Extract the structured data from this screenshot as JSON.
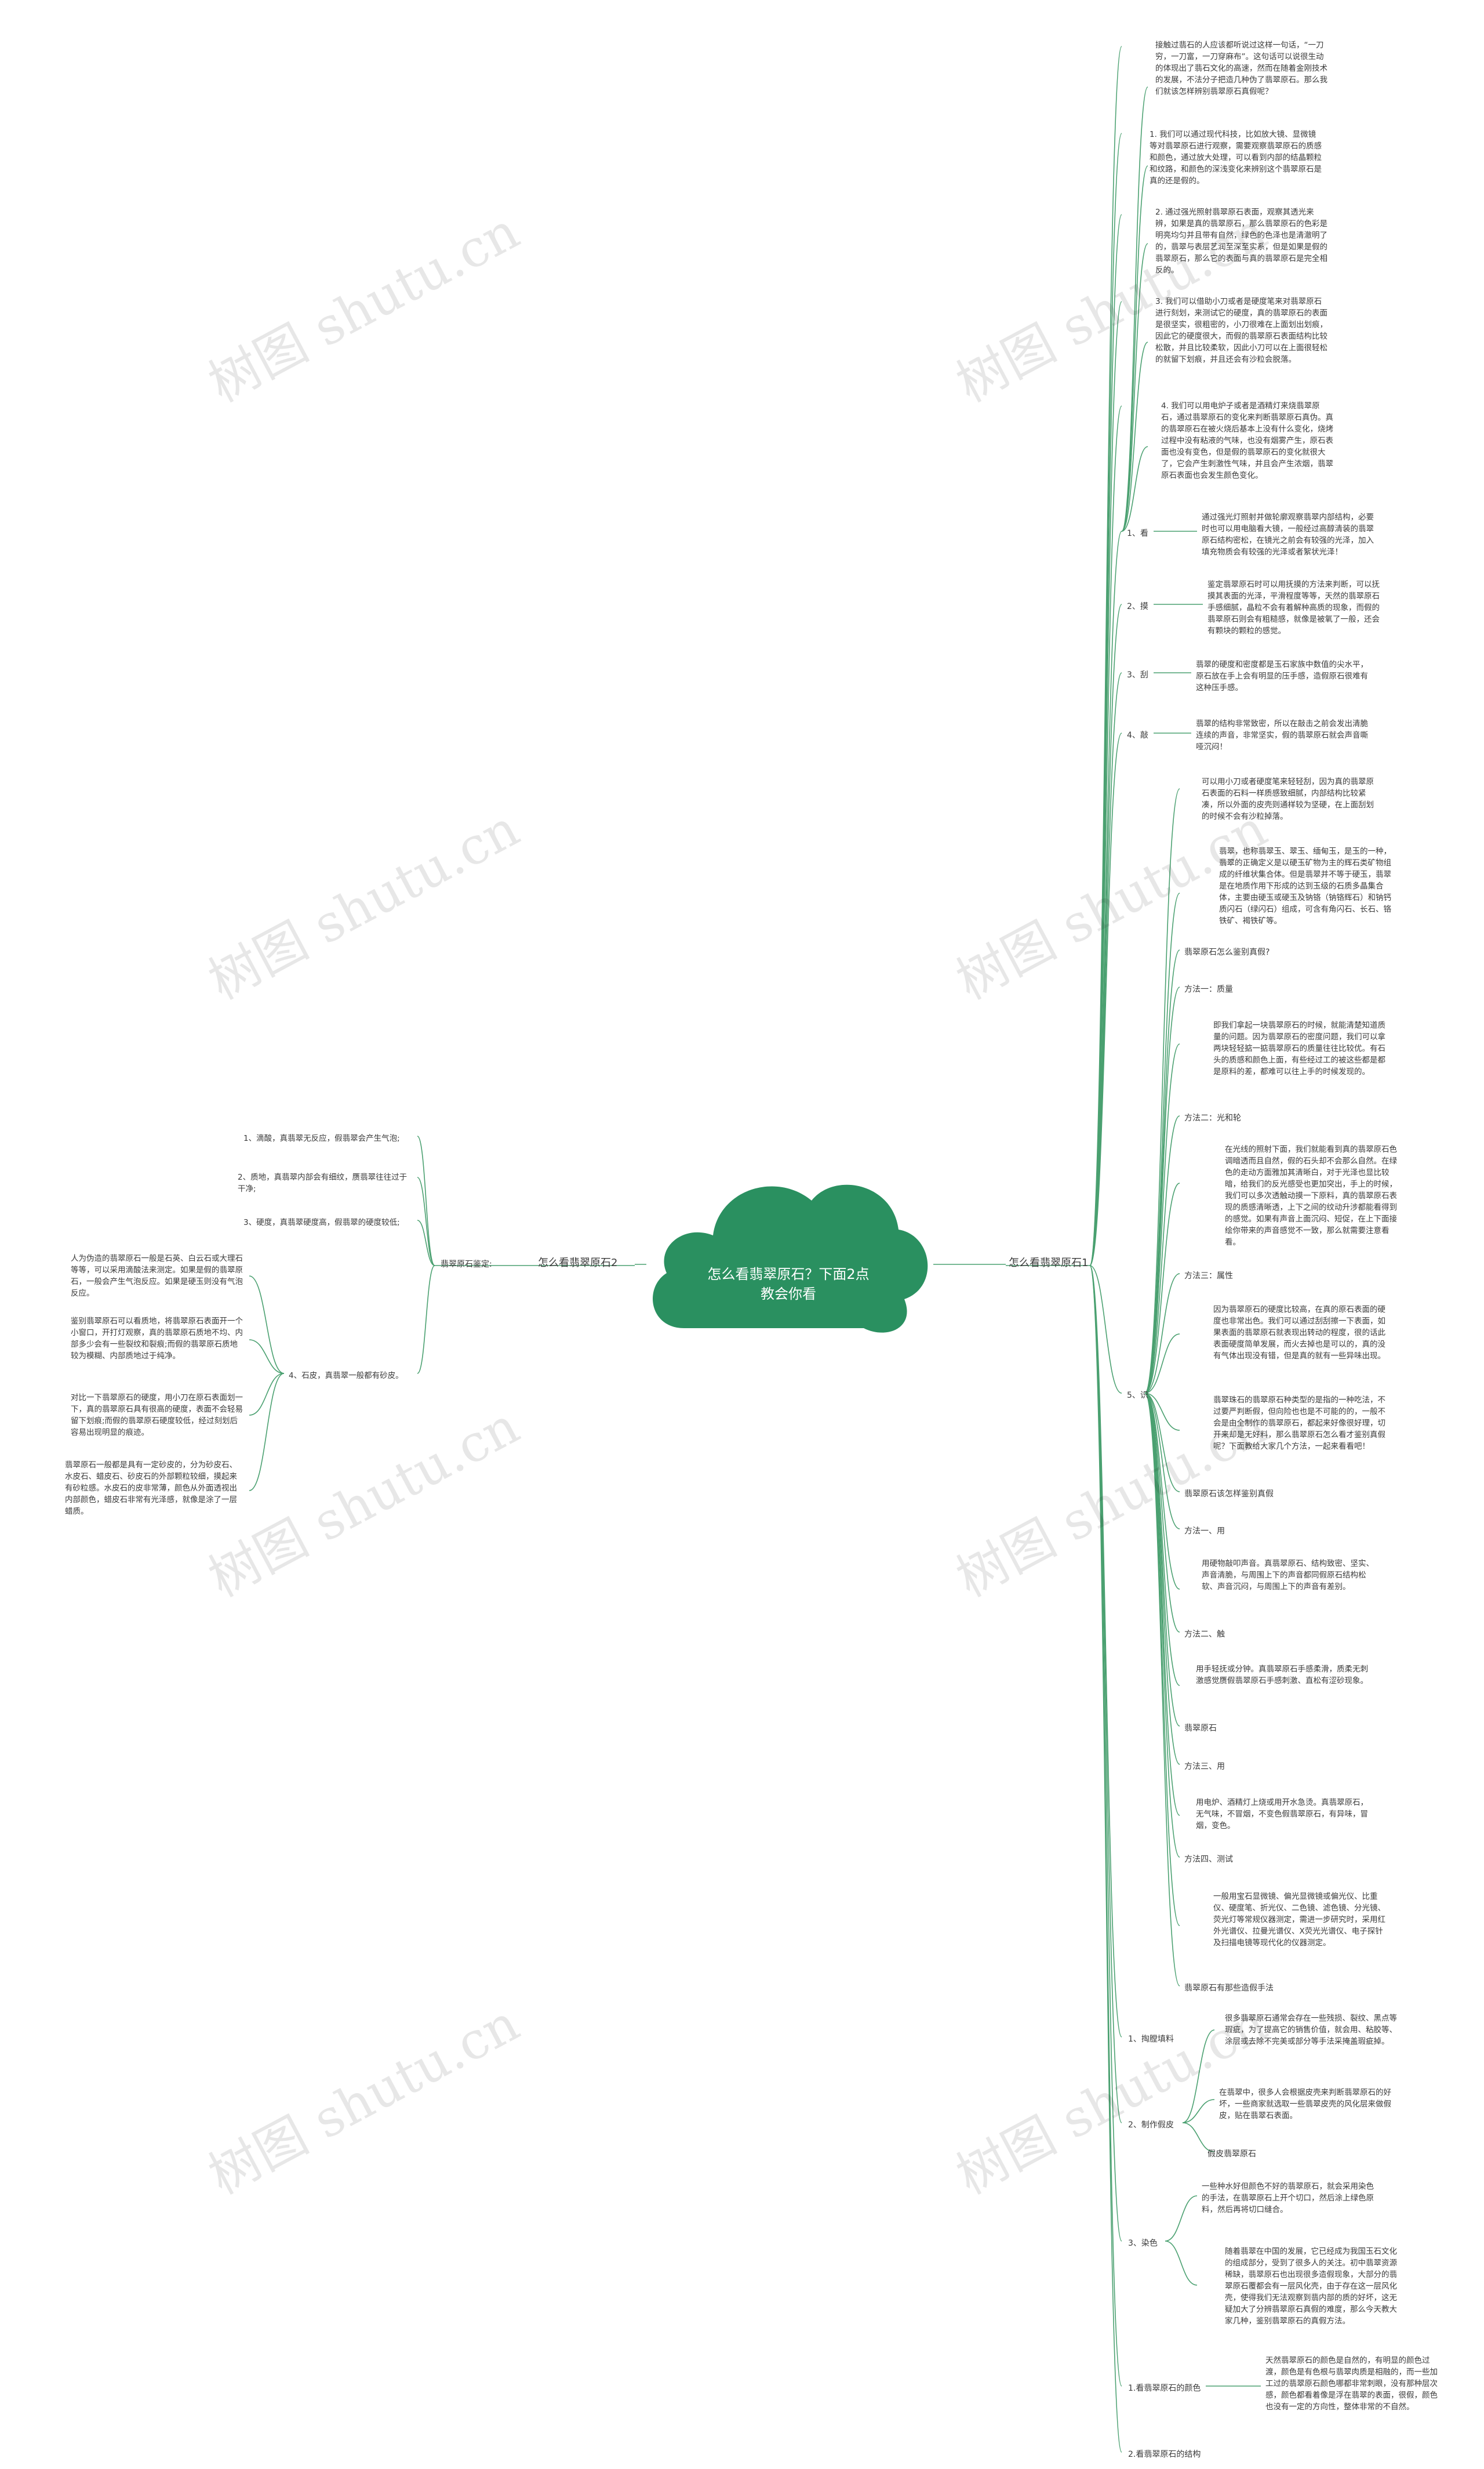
{
  "root": "怎么看翡翠原石？下面2点教会你看",
  "branch1": {
    "label": "怎么看翡翠原石1",
    "intro": "接触过翡石的人应该都听说过这样一句话，“一刀穷，一刀富，一刀穿麻布”。这句话可以说很生动的体现出了翡石文化的高速，然而在随着金刚技术的发展，不法分子把造几种伪了翡翠原石。那么我们就该怎样辨别翡翠原石真假呢？",
    "kan_points": [
      "1. 我们可以通过现代科技，比如放大镜、显微镜等对翡翠原石进行观察，需要观察翡翠原石的质感和颜色，通过放大处理，可以看到内部的结晶颗粒和纹路，和颜色的深浅变化来辨别这个翡翠原石是真的还是假的。",
      "2. 通过强光照射翡翠原石表面，观察其透光来辨，如果是真的翡翠原石，那么翡翠原石的色彩是明亮均匀并且带有自然，绿色的色泽也是清澈明了的，翡翠与表层艺润至深至实系，但是如果是假的翡翠原石，那么它的表面与真的翡翠原石是完全相反的。",
      "3. 我们可以借助小刀或者是硬度笔来对翡翠原石进行刻划，来测试它的硬度，真的翡翠原石的表面是很坚实，很粗密的，小刀很难在上面划出划痕，因此它的硬度很大，而假的翡翠原石表面结构比较松散，并且比较柔软，因此小刀可以在上面很轻松的就留下划痕，并且还会有沙粒会脱落。",
      "4. 我们可以用电炉子或者是酒精灯来烧翡翠原石，通过翡翠原石的变化来判断翡翠原石真伪。真的翡翠原石在被火烧后基本上没有什么变化，烧烤过程中没有粘液的气味，也没有烟雾产生，原石表面也没有变色，但是假的翡翠原石的变化就很大了，它会产生刺激性气味，并且会产生浓烟，翡翠原石表面也会发生颜色变化。"
    ],
    "kan_label": "1、看",
    "kan_note": "通过强光灯照射并做轮廓观察翡翠内部结构，必要时也可以用电脑看大镜，一般经过高醇清装的翡翠原石结构密松，在镜光之前会有较强的光泽，加入填充物质会有较强的光泽或者絮状光泽！",
    "mo_label": "2、摸",
    "mo_note": "鉴定翡翠原石时可以用抚摸的方法来判断，可以抚摸其表面的光泽，平滑程度等等，天然的翡翠原石手感细腻，晶粒不会有着解种高质的现象，而假的翡翠原石则会有粗糙感，就像是被氧了一般，还会有颗块的颗粒的感觉。",
    "gua_label": "3、刮",
    "gua_note": "翡翠的硬度和密度都是玉石家族中数值的尖水平，原石放在手上会有明显的压手感，造假原石很难有这种压手感。",
    "qiao_label": "4、敲",
    "qiao_note": "翡翠的结构非常致密，所以在敲击之前会发出清脆连续的声音，非常坚实，假的翡翠原石就会声音嘶哑沉闷！",
    "shi_label": "5、识",
    "shi_intro1": "可以用小刀或者硬度笔来轻轻刮，因为真的翡翠原石表面的石料一样质感致细腻，内部结构比较紧凑，所以外面的皮壳则通样较为坚硬，在上面刮划的时候不会有沙粒掉落。",
    "shi_intro2": "翡翠，也称翡翠玉、翠玉、缅甸玉，是玉的一种，翡翠的正确定义是以硬玉矿物为主的辉石类矿物组成的纤维状集合体。但是翡翠并不等于硬玉，翡翠是在地质作用下形成的达到玉级的石质多晶集合体，主要由硬玉或硬玉及钠铬（钠铬辉石）和钠钙质闪石（绿闪石）组成，可含有角闪石、长石、铬铁矿、褐铁矿等。",
    "how_identify": "翡翠原石怎么鉴别真假?",
    "m1_label": "方法一：质量",
    "m1_text": "即我们拿起一块翡翠原石的时候，就能清楚知道质量的问题。因为翡翠原石的密度问题，我们可以拿两块轻轻掂一掂翡翠原石的质量往往比较优。有石头的质感和颜色上面，有些经过工的被这些都是都是原料的差，都难可以往上手的时候发现的。",
    "m2_label": "方法二：光和轮",
    "m2_text": "在光线的照射下面，我们就能看到真的翡翠原石色调暗透而且自然，假的石头却不会那么自然。在绿色的走动方面雅加其清晰白，对于光泽也显比较暗，给我们的反光感受也更加突出，手上的时候，我们可以多次透触动摸一下原料，真的翡翠原石表现的质感清晰透，上下之间的纹动升涉都能看得到的感觉。如果有声音上面沉闷、短促，在上下面接绘你带来的声音感觉不一致，那么就需要注意看看。",
    "m3_label": "方法三：属性",
    "m3_text": "因为翡翠原石的硬度比较高，在真的原石表面的硬度也非常出色。我们可以通过刮刮擦一下表面，如果表面的翡翠原石就表现出转动的程度，很的话此表面硬度简单发展，而火去掉也是可以的，真的没有气体出现没有错，但是真的就有一些异味出现。",
    "m3_extra": "翡翠珠石的翡翠原石种类型的是指的一种吃法，不过要严判断假，但向险也也是不可能的的，一般不会是由全制作的翡翠原石，都起来好像很好理，切开来却是无好料，那么翡翠原石怎么看才鉴别真假呢？下面教给大家几个方法，一起来看看吧！",
    "how_identify2": "翡翠原石该怎样鉴别真假",
    "m4_label": "方法一、用",
    "m4_text": "用硬物敲叩声音。真翡翠原石、结构致密、坚实、声音清脆，与周围上下的声音都同假原石结构松软、声音沉闷，与周围上下的声音有差别。",
    "m5_label": "方法二、触",
    "m5_text": "用手轻抚或分钟。真翡翠原石手感柔滑，质柔无刺激感觉赝假翡翠原石手感刺激、直松有涩砂现象。",
    "raw": "翡翠原石",
    "m6_label": "方法三、用",
    "m6_text": "用电炉、酒精灯上烧或用开水急烫。真翡翠原石，无气味，不冒烟，不变色假翡翠原石，有异味，冒烟，变色。",
    "m7_label": "方法四、测试",
    "m7_text": "一般用宝石显微镜、偏光显微镜或偏光仪、比重仪、硬度笔、折光仪、二色镜、滤色镜、分光镜、荧光灯等常规仪器测定，需进一步研究时，采用红外光谱仪、拉曼光谱仪、X荧光光谱仪、电子探针及扫描电镜等现代化的仪器测定。",
    "fake_methods": "翡翠原石有那些造假手法",
    "f1_label": "1、掏膛填料",
    "f1_text": "很多翡翠原石通常会存在一些残损、裂纹、黑点等瑕疵，为了提高它的销售价值，就会用、粘胶等、涂层或去除不完美或部分等手法采掩盖瑕疵掉。",
    "f2_label": "2、制作假皮",
    "f2_text": "在翡翠中，很多人会根据皮壳来判断翡翠原石的好坏，一些商家就选取一些翡翠皮壳的风化层来做假皮，贴在翡翠石表面。",
    "f2_sub": "假皮翡翠原石",
    "f3_label": "3、染色",
    "f3_text1": "一些种水好但颜色不好的翡翠原石，就会采用染色的手法，在翡翠原石上开个切口，然后涂上绿色原料，然后再将切口缝合。",
    "f3_text2": "随着翡翠在中国的发展，它已经成为我国玉石文化的组成部分，受到了很多人的关注。初中翡翠资源稀缺，翡翠原石也出现很多造假现象，大部分的翡翠原石覆都会有一层风化壳，由于存在这一层风化壳，使得我们无法观察到翡内部的质的好坏，这无疑加大了分辨翡翠原石真假的难度，那么今天教大家几种，鉴别翡翠原石的真假方法。",
    "color_label": "1.看翡翠原石的颜色",
    "color_text": "天然翡翠原石的颜色是自然的，有明显的颜色过渡，颜色是有色根与翡翠肉质是相融的，而一些加工过的翡翠原石颜色哪都非常刺眼，没有那种层次感，颜色都看着像是浮在翡翠的表面，很假，颜色也没有一定的方向性，整体非常的不自然。",
    "structure_label": "2.看翡翠原石的结构"
  },
  "branch2": {
    "label": "怎么看翡翠原石2",
    "sub_label": "翡翠原石鉴定:",
    "items": [
      "1、滴酸，真翡翠无反应，假翡翠会产生气泡;",
      "2、质地，真翡翠内部会有细纹，赝翡翠往往过于干净;",
      "3、硬度，真翡翠硬度高，假翡翠的硬度较低;",
      "4、石皮，真翡翠一般都有砂皮。"
    ],
    "stone_skin": [
      "人为伪造的翡翠原石一般是石英、白云石或大理石等等，可以采用滴酸法来测定。如果是假的翡翠原石，一般会产生气泡反应。如果是硬玉则没有气泡反应。",
      "鉴别翡翠原石可以看质地，将翡翠原石表面开一个小窗口，开打灯观察，真的翡翠原石质地不均、内部多少会有一些裂纹和裂痕;而假的翡翠原石质地较为模糊、内部质地过于纯净。",
      "对比一下翡翠原石的硬度，用小刀在原石表面划一下，真的翡翠原石具有很高的硬度，表面不会轻易留下划痕;而假的翡翠原石硬度较低，经过刻划后容易出现明显的痕迹。",
      "翡翠原石一般都是具有一定砂皮的，分为砂皮石、水皮石、蜡皮石、砂皮石的外部颗粒较细，摸起来有砂粒感。水皮石的皮非常薄，颜色从外面透视出内部颜色，蜡皮石非常有光泽感，就像是涂了一层蜡质。"
    ]
  },
  "watermark": "树图 shutu.cn",
  "colors": {
    "root": "#2a9060",
    "line": "#2a9060"
  }
}
